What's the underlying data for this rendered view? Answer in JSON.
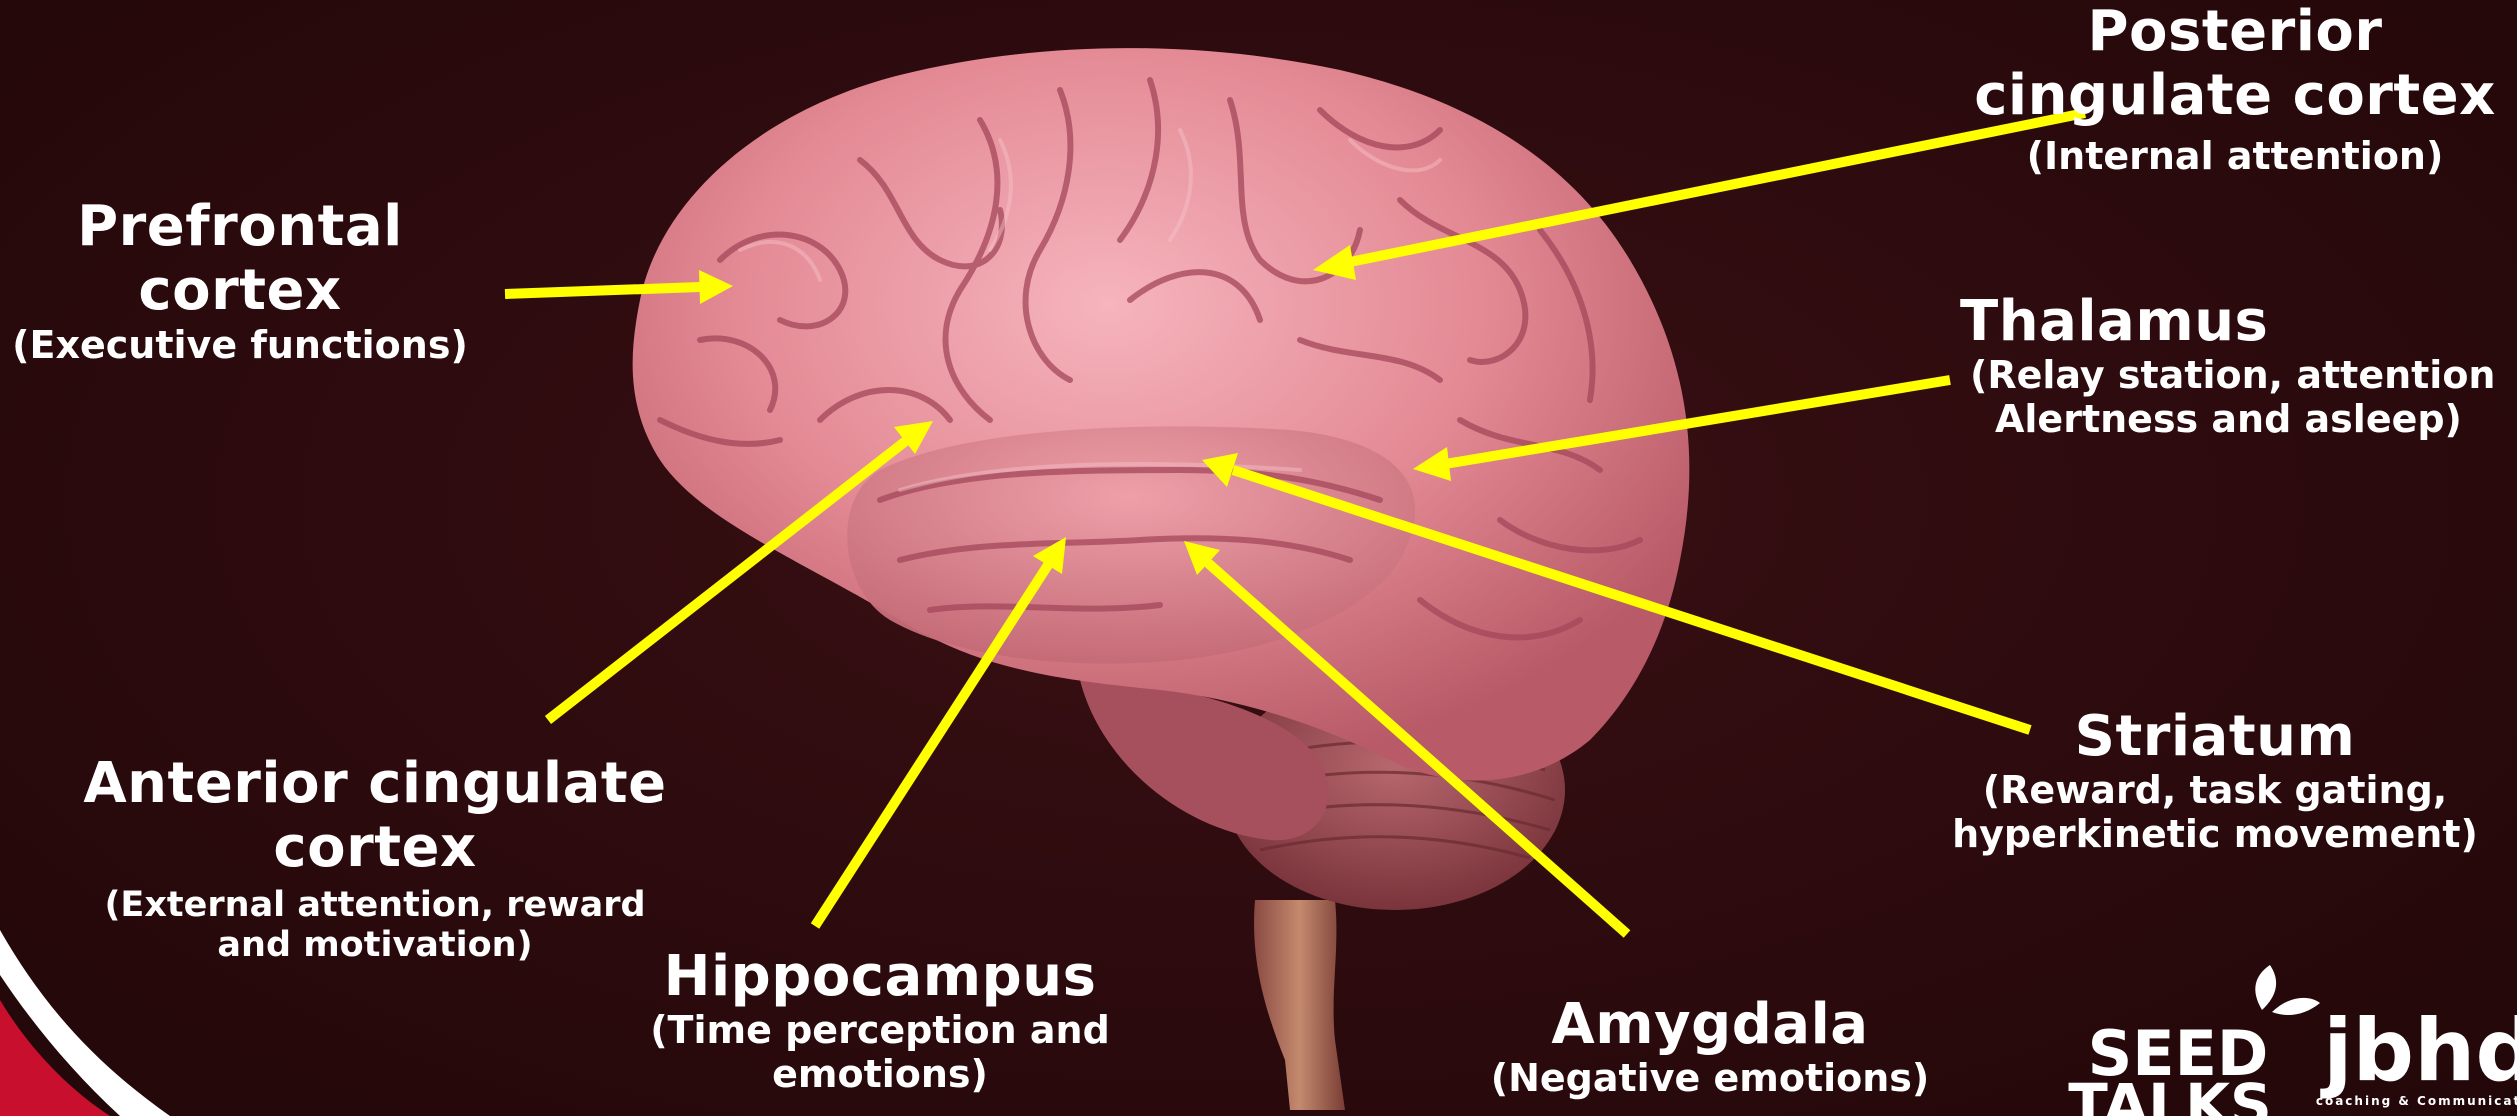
{
  "labels": {
    "posterior_cingulate": {
      "title": "Posterior cingulate cortex",
      "desc": "(Internal attention)"
    },
    "prefrontal": {
      "title": "Prefrontal cortex",
      "desc": "(Executive functions)"
    },
    "thalamus": {
      "title": "Thalamus",
      "desc_line1": "(Relay station, attention",
      "desc_line2": "Alertness and asleep)"
    },
    "striatum": {
      "title": "Striatum",
      "desc_line1": "(Reward, task gating,",
      "desc_line2": "hyperkinetic movement)"
    },
    "anterior_cingulate": {
      "title": "Anterior cingulate cortex",
      "desc": "(External attention, reward and motivation)"
    },
    "hippocampus": {
      "title": "Hippocampus",
      "desc": "(Time perception and emotions)"
    },
    "amygdala": {
      "title": "Amygdala",
      "desc": "(Negative emotions)"
    }
  },
  "logos": {
    "seed_line1": "SEED",
    "seed_line2": "TALKS",
    "jbhd": "jbhd",
    "jbhd_tagline": "coaching & Communication"
  },
  "colors": {
    "background": "#2b0a0d",
    "arrow": "#ffff00",
    "brain": "#e58c97",
    "text": "#ffffff"
  }
}
